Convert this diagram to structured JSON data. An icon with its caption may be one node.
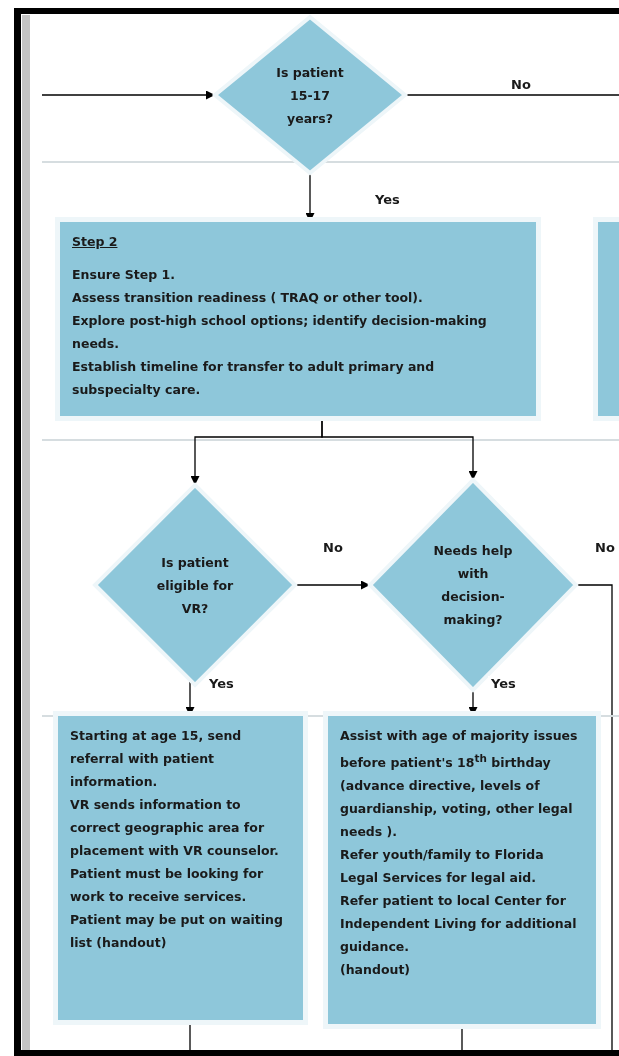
{
  "diagram": {
    "nodes": [
      {
        "text": [
          "Is patient 15-17 years?"
        ]
      },
      {
        "text": [
          "Step 2",
          "Ensure Step 1.",
          "Assess transition readiness ( TRAQ or other tool).",
          "Explore post-high school options; identify decision-making needs.",
          "Establish timeline for transfer to adult primary and subspecialty care."
        ]
      },
      {
        "text": [],
        "shape": "box"
      },
      {
        "text": [
          "Is patient eligible for VR?"
        ]
      },
      {
        "text": [
          "Needs help with decision-making?"
        ]
      },
      {
        "text": [
          "Starting at age 15, send referral with patient information.",
          "VR sends information to correct  geographic area for placement with VR counselor.",
          "Patient must be looking for work to receive services.",
          "Patient may be put on waiting list (handout)"
        ]
      },
      {
        "text": [
          "Assist with age of majority issues before patient's 18$^{th}$ birthday (advance directive, levels of guardianship, voting, other legal needs ).",
          "Refer youth/family to Florida Legal Services for legal aid.",
          "Refer patient to local Center for Independent Living for additional guidance.",
          "(handout)"
        ]
      }
    ],
    "edges": [
      {
        "from": null,
        "to": 0,
        "arrow": "to"
      },
      {
        "from": 0,
        "to": null,
        "arrow": "none",
        "label": "No"
      },
      {
        "from": 0,
        "to": 1,
        "arrow": "to",
        "label": "Yes"
      },
      {
        "from": 1,
        "to": 3,
        "arrow": "to"
      },
      {
        "from": 1,
        "to": 4,
        "arrow": "to"
      },
      {
        "from": 3,
        "to": 4,
        "arrow": "to",
        "label": "No"
      },
      {
        "from": 4,
        "to": null,
        "arrow": "none",
        "label": "No"
      },
      {
        "from": 3,
        "to": 5,
        "arrow": "to",
        "label": "Yes"
      },
      {
        "from": 4,
        "to": 6,
        "arrow": "to",
        "label": "Yes"
      },
      {
        "from": 5,
        "to": null,
        "arrow": "none"
      },
      {
        "from": 6,
        "to": null,
        "arrow": "none"
      }
    ]
  }
}
